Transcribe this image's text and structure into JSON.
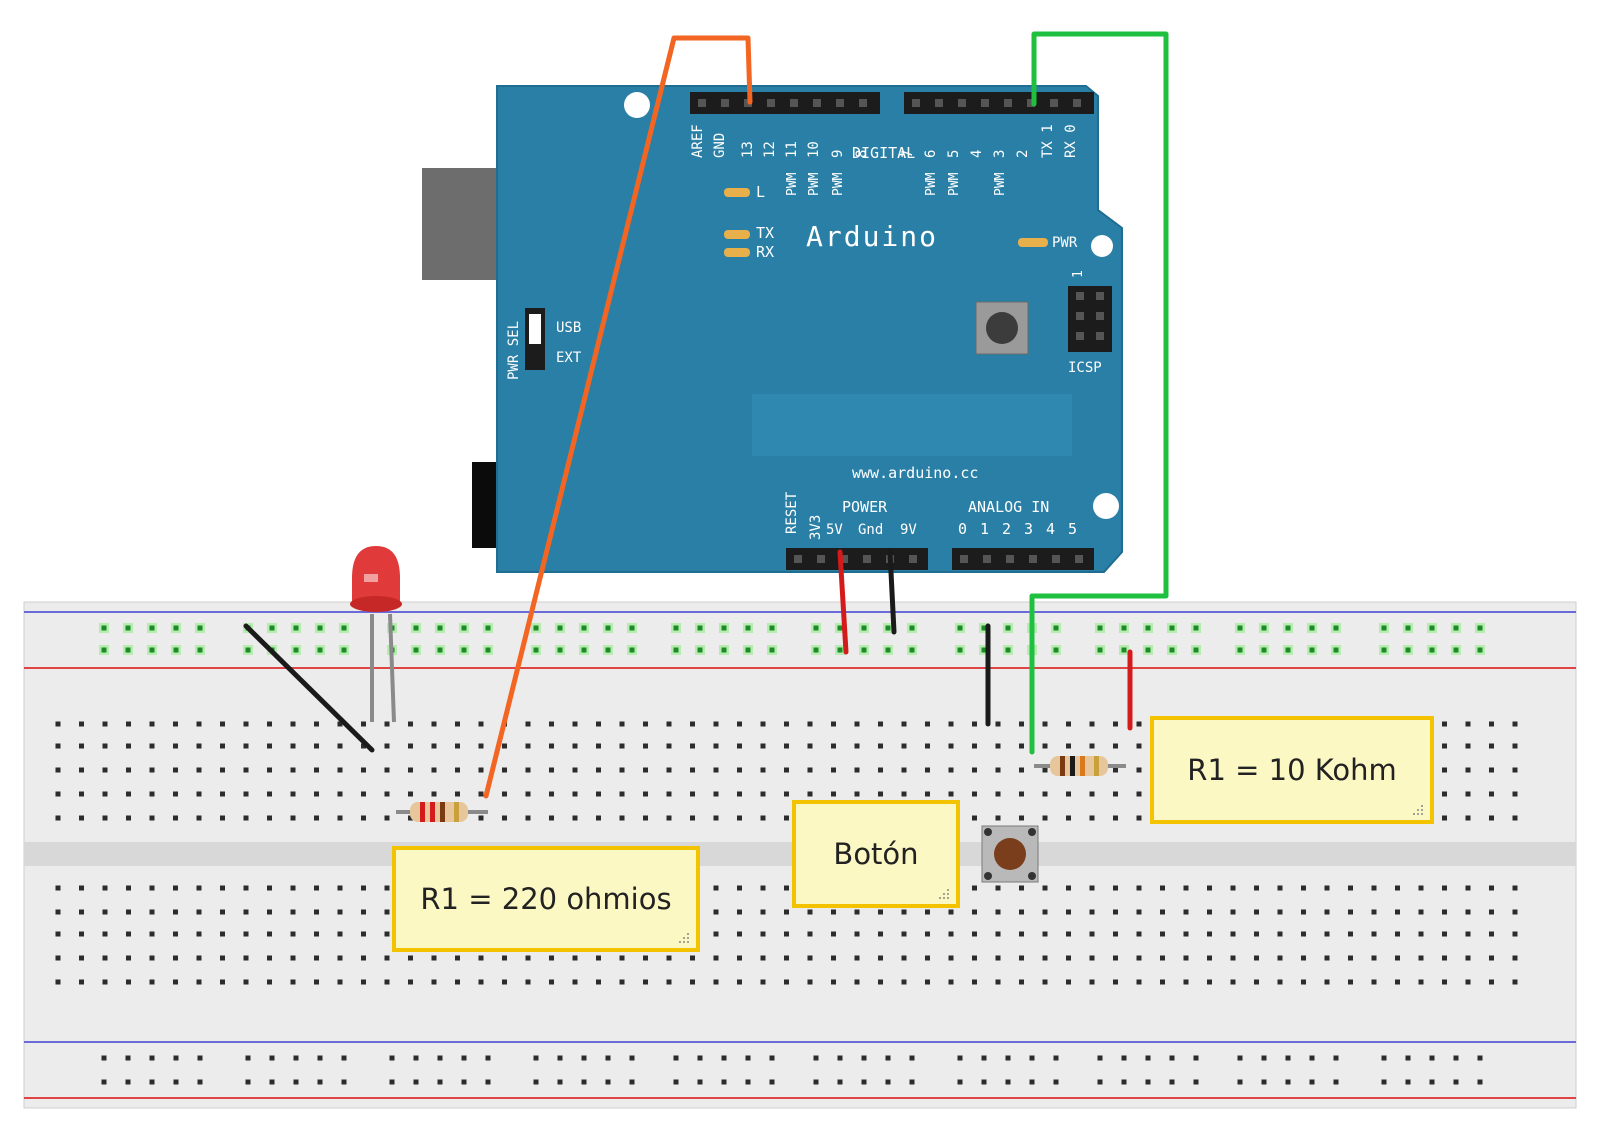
{
  "arduino": {
    "brand": "Arduino",
    "website": "www.arduino.cc",
    "header_top_labels": [
      "AREF",
      "GND",
      "13",
      "12",
      "11",
      "10",
      "9",
      "8",
      "7",
      "6",
      "5",
      "4",
      "3",
      "2",
      "TX 1",
      "RX 0"
    ],
    "digital_label": "DIGITAL",
    "pwm_label": "PWM",
    "led_labels": {
      "l": "L",
      "tx": "TX",
      "rx": "RX",
      "pwr": "PWR"
    },
    "pwr_sel": {
      "title": "PWR SEL",
      "usb": "USB",
      "ext": "EXT"
    },
    "icsp": "ICSP",
    "icsp_pin": "1",
    "power_section": {
      "reset": "RESET",
      "v33": "3V3",
      "title": "POWER",
      "pins": [
        "5V",
        "Gnd",
        "9V"
      ]
    },
    "analog_section": {
      "title": "ANALOG IN",
      "pins": [
        "0",
        "1",
        "2",
        "3",
        "4",
        "5"
      ]
    }
  },
  "notes": {
    "led_resistor": "R1 = 220 ohmios",
    "button": "Botón",
    "pulldown_resistor": "R1 = 10 Kohm"
  },
  "colors": {
    "board": "#2a7fa6",
    "breadboard": "#ececec",
    "wire_orange": "#f26522",
    "wire_green": "#1fbf3f",
    "wire_black": "#1a1a1a",
    "wire_red": "#d41b1b",
    "rail_red": "#e04545",
    "rail_blue": "#6a6ad8",
    "note_border": "#f3c300",
    "note_fill": "#fcf8c4"
  }
}
